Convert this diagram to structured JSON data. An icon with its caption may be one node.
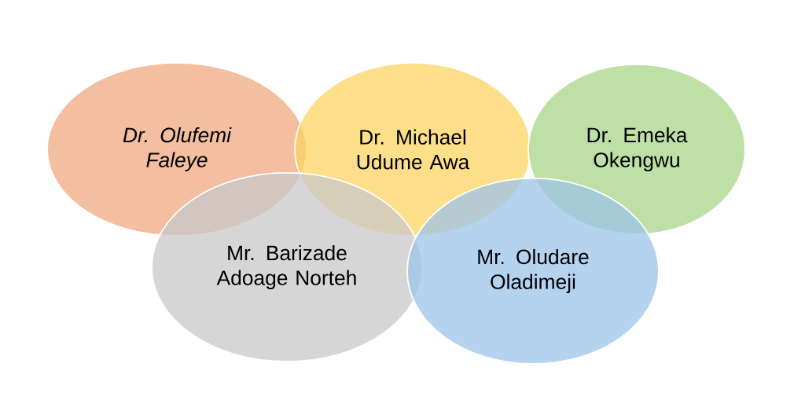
{
  "diagram": {
    "nodes": [
      {
        "text": [
          "Dr. Olufemi Faleye"
        ]
      },
      {
        "text": [
          "Dr. Michael Udume Awa"
        ]
      },
      {
        "text": [
          "Dr. Emeka Okengwu"
        ]
      },
      {
        "text": [
          "Mr. Barizade Adoage Norteh"
        ]
      },
      {
        "text": [
          "Mr. Oludare Oladimeji"
        ]
      }
    ]
  }
}
